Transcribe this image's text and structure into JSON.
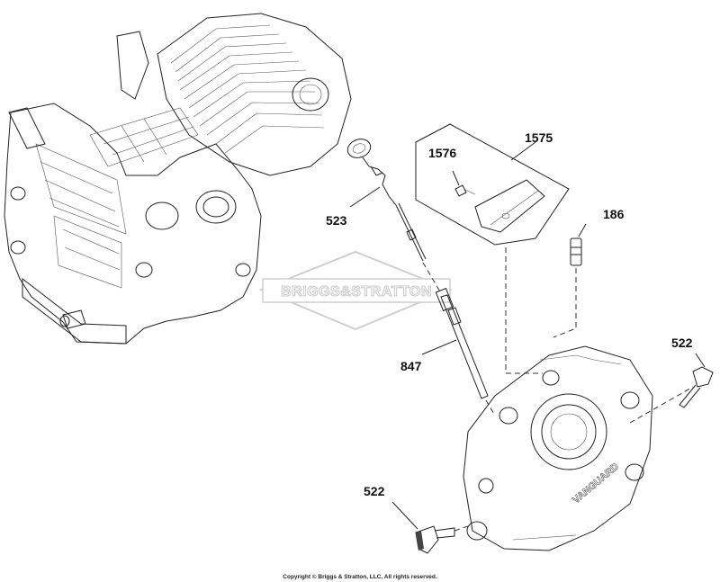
{
  "watermark": "BRIGGS&STRATTON",
  "callouts": {
    "dipstick_seal": "523",
    "kit_box": "1575",
    "screw": "1576",
    "fitting": "186",
    "drain_plug_right": "522",
    "dipstick_tube": "847",
    "drain_plug_bottom": "522"
  },
  "cover_emboss": "VANGUARD",
  "copyright": "Copyright © Briggs & Stratton, LLC. All rights reserved."
}
